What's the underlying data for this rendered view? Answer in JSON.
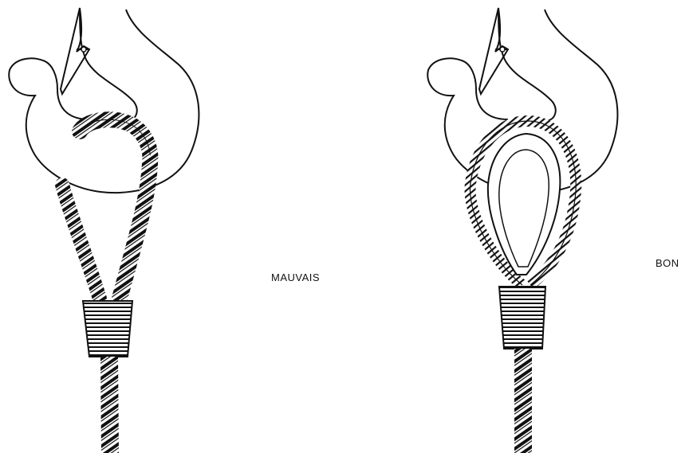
{
  "labels": {
    "bad": "MAUVAIS",
    "good": "BON"
  },
  "colors": {
    "ink": "#111111",
    "paper": "#ffffff"
  },
  "panels": [
    {
      "id": "bad",
      "description_icon": "hook-rope-without-thimble-icon"
    },
    {
      "id": "good",
      "description_icon": "hook-rope-with-thimble-icon"
    }
  ]
}
